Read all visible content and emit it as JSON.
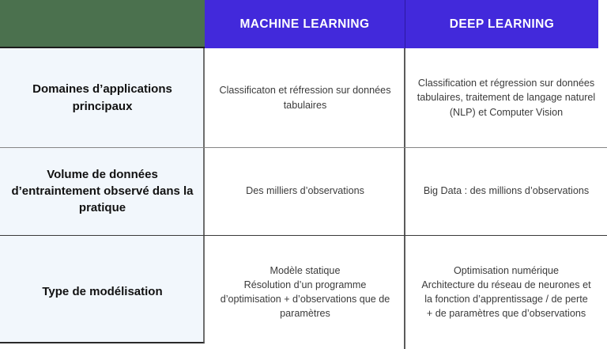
{
  "table": {
    "header": {
      "corner_label": "",
      "columns": [
        {
          "id": "machine-learning",
          "label": "MACHINE LEARNING"
        },
        {
          "id": "deep-learning",
          "label": "DEEP LEARNING"
        }
      ]
    },
    "rows": [
      {
        "id": "domaines-applications",
        "label": "Domaines d’applications principaux",
        "machine_learning": "Classificaton et réfression sur données tabulaires",
        "deep_learning": "Classification et régression sur données tabulaires, traitement de langage naturel (NLP) et Computer Vision"
      },
      {
        "id": "volume-donnees",
        "label": "Volume de données d’entraintement observé dans la pratique",
        "machine_learning": "Des milliers d’observations",
        "deep_learning": "Big Data : des millions d’observations"
      },
      {
        "id": "type-modelisation",
        "label": "Type de modélisation",
        "machine_learning": "Modèle statique\nRésolution d’un programme d’optimisation + d’observations que de paramètres",
        "deep_learning": "Optimisation numérique\nArchitecture du réseau de neurones et la fonction d’apprentissage / de perte\n+ de paramètres que d’observations"
      }
    ]
  },
  "colors": {
    "header_accent": "#4229db",
    "corner_green": "#4b714e",
    "label_column_bg": "#f2f7fc",
    "body_bg": "#ffffff",
    "header_text": "#ffffff",
    "label_text": "#111111",
    "body_text": "#3b3b3b",
    "grid_line": "#868686"
  }
}
